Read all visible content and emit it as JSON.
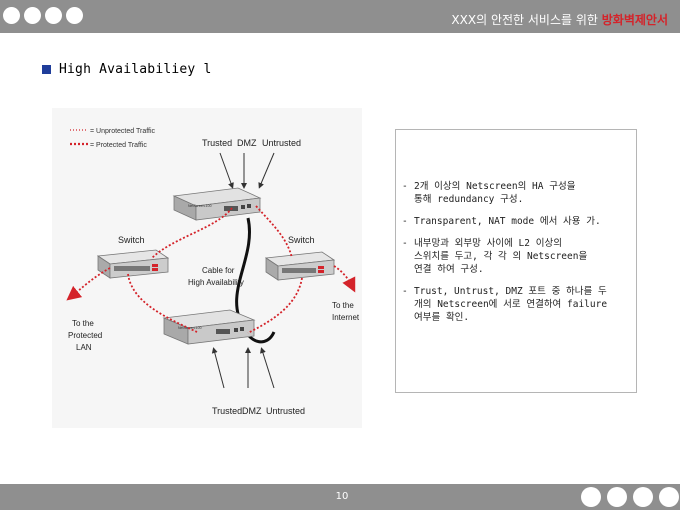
{
  "header": {
    "title_prefix": "XXX의 안전한 서비스를 위한 ",
    "title_accent": "방화벽제안서"
  },
  "section": {
    "title": "High Availabiliey l"
  },
  "diagram": {
    "legend_unprotected": "= Unprotected Traffic",
    "legend_protected": "= Protected Traffic",
    "top_trusted": "Trusted",
    "top_dmz": "DMZ",
    "top_untrusted": "Untrusted",
    "switch_left": "Switch",
    "switch_right": "Switch",
    "cable_line1": "Cable for",
    "cable_line2": "High Availability",
    "lan_line1": "To the",
    "lan_line2": "Protected",
    "lan_line3": "LAN",
    "internet_line1": "To the",
    "internet_line2": "Internet",
    "device_label": "NetScreen-100",
    "bottom_trusted": "Trusted",
    "bottom_dmz": "DMZ",
    "bottom_untrusted": "Untrusted",
    "colors": {
      "protected": "#d4232a",
      "device": "#c9c9c9"
    }
  },
  "notes": [
    "2개 이상의 Netscreen의 HA 구성을\n  통해 redundancy 구성.",
    "Transparent, NAT mode 에서 사용 가.",
    "내부망과 외부망 사이에 L2 이상의\n  스위치를 두고, 각 각 의 Netscreen을\n  연결 하여 구성.",
    "Trust, Untrust, DMZ 포트 중 하나를 두\n개의 Netscreen에 서로 연결하여 failure\n여부를 확인."
  ],
  "footer": {
    "page_number": "10"
  }
}
